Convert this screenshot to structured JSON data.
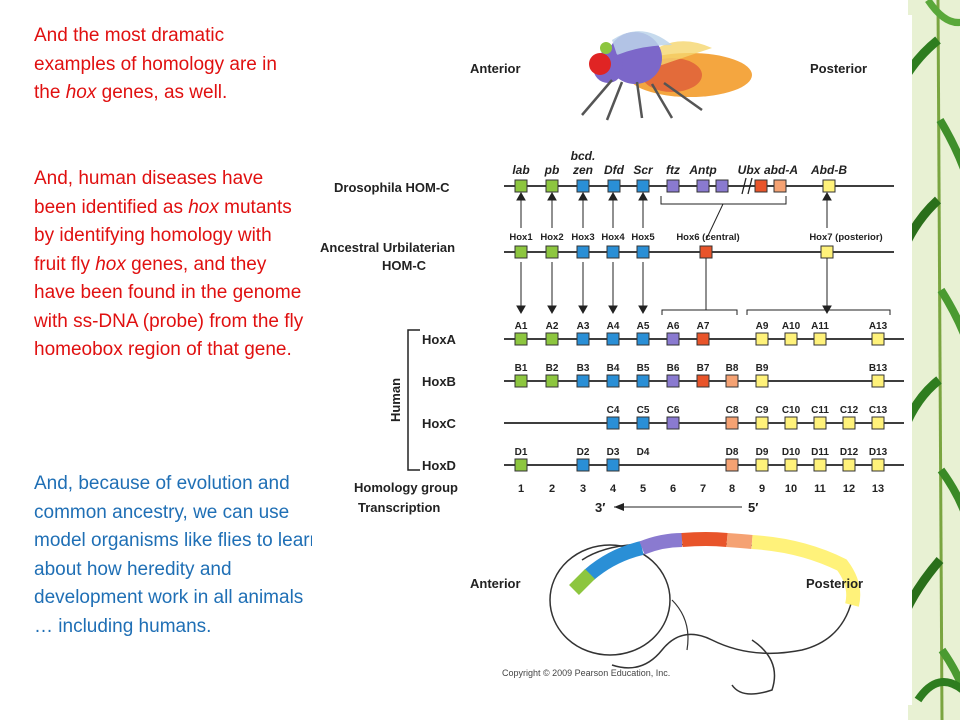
{
  "slide": {
    "para1_a": "And the most dramatic examples of homology are in the ",
    "para1_hox": "hox",
    "para1_b": " genes, as well.",
    "para2_a": "And, human diseases have been identified as ",
    "para2_hox1": "hox",
    "para2_b": " mutants by identifying homology with fruit fly ",
    "para2_hox2": "hox",
    "para2_c": " genes, and they have been found in the genome with ss-DNA (probe) from the fly homeobox region of that gene.",
    "para3": "And, because of evolution and common ancestry, we can use model organisms like flies to learn about how heredity and development work in all animals … including humans."
  },
  "figure": {
    "anterior": "Anterior",
    "posterior": "Posterior",
    "drosophila_label": "Drosophila HOM-C",
    "ancestral_label_1": "Ancestral Urbilaterian",
    "ancestral_label_2": "HOM-C",
    "human_label": "Human",
    "fly_genes": [
      "lab",
      "pb",
      "bcd.",
      "zen",
      "Dfd",
      "Scr",
      "ftz",
      "Antp",
      "Ubx",
      "abd-A",
      "Abd-B"
    ],
    "ancestral_genes": [
      "Hox1",
      "Hox2",
      "Hox3",
      "Hox4",
      "Hox5",
      "Hox6 (central)",
      "Hox7 (posterior)"
    ],
    "hox_clusters": [
      {
        "name": "HoxA",
        "genes": [
          "A1",
          "A2",
          "A3",
          "A4",
          "A5",
          "A6",
          "A7",
          "A9",
          "A10",
          "A11",
          "A13"
        ]
      },
      {
        "name": "HoxB",
        "genes": [
          "B1",
          "B2",
          "B3",
          "B4",
          "B5",
          "B6",
          "B7",
          "B8",
          "B9",
          "B13"
        ]
      },
      {
        "name": "HoxC",
        "genes": [
          "C4",
          "C5",
          "C6",
          "C8",
          "C9",
          "C10",
          "C11",
          "C12",
          "C13"
        ]
      },
      {
        "name": "HoxD",
        "genes": [
          "D1",
          "D2",
          "D3",
          "D4",
          "D8",
          "D9",
          "D10",
          "D11",
          "D12",
          "D13"
        ]
      }
    ],
    "homology_group_label": "Homology group",
    "homology_groups": [
      "1",
      "2",
      "3",
      "4",
      "5",
      "6",
      "7",
      "8",
      "9",
      "10",
      "11",
      "12",
      "13"
    ],
    "transcription_label": "Transcription",
    "transcription_3prime": "3′",
    "transcription_5prime": "5′",
    "copyright": "Copyright © 2009 Pearson Education, Inc.",
    "colors": {
      "green": "#8dc63f",
      "blue": "#2a8fd6",
      "purple": "#8a7ad0",
      "red_orange": "#e8542a",
      "orange": "#f5a273",
      "yellow": "#fff27a"
    }
  }
}
